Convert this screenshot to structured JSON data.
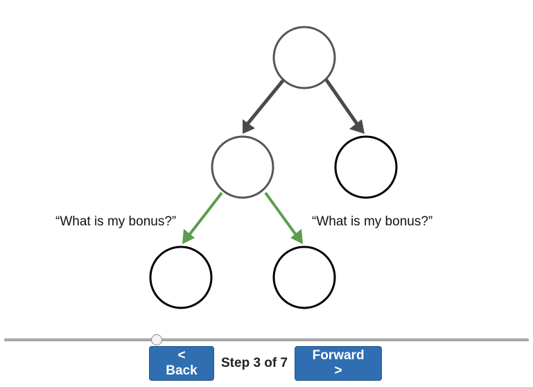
{
  "diagram": {
    "labels": {
      "left": "“What is my bonus?”",
      "right": "“What is my bonus?”"
    },
    "colors": {
      "visited_node": "#555555",
      "unvisited_node": "#000000",
      "gray_edge": "#4a4a4a",
      "green_edge": "#5a9e4b"
    },
    "nodes": [
      {
        "id": "root",
        "state": "visited"
      },
      {
        "id": "left",
        "state": "visited"
      },
      {
        "id": "right",
        "state": "unvisited"
      },
      {
        "id": "left-left",
        "state": "unvisited"
      },
      {
        "id": "left-right",
        "state": "unvisited"
      }
    ],
    "edges": [
      {
        "from": "root",
        "to": "left",
        "color": "gray"
      },
      {
        "from": "root",
        "to": "right",
        "color": "gray"
      },
      {
        "from": "left",
        "to": "left-left",
        "color": "green"
      },
      {
        "from": "left",
        "to": "left-right",
        "color": "green"
      }
    ]
  },
  "player": {
    "back_label": "< Back",
    "forward_label": "Forward >",
    "step_text": "Step 3 of 7",
    "current_step": 3,
    "total_steps": 7,
    "accent": "#2f6eb1"
  }
}
